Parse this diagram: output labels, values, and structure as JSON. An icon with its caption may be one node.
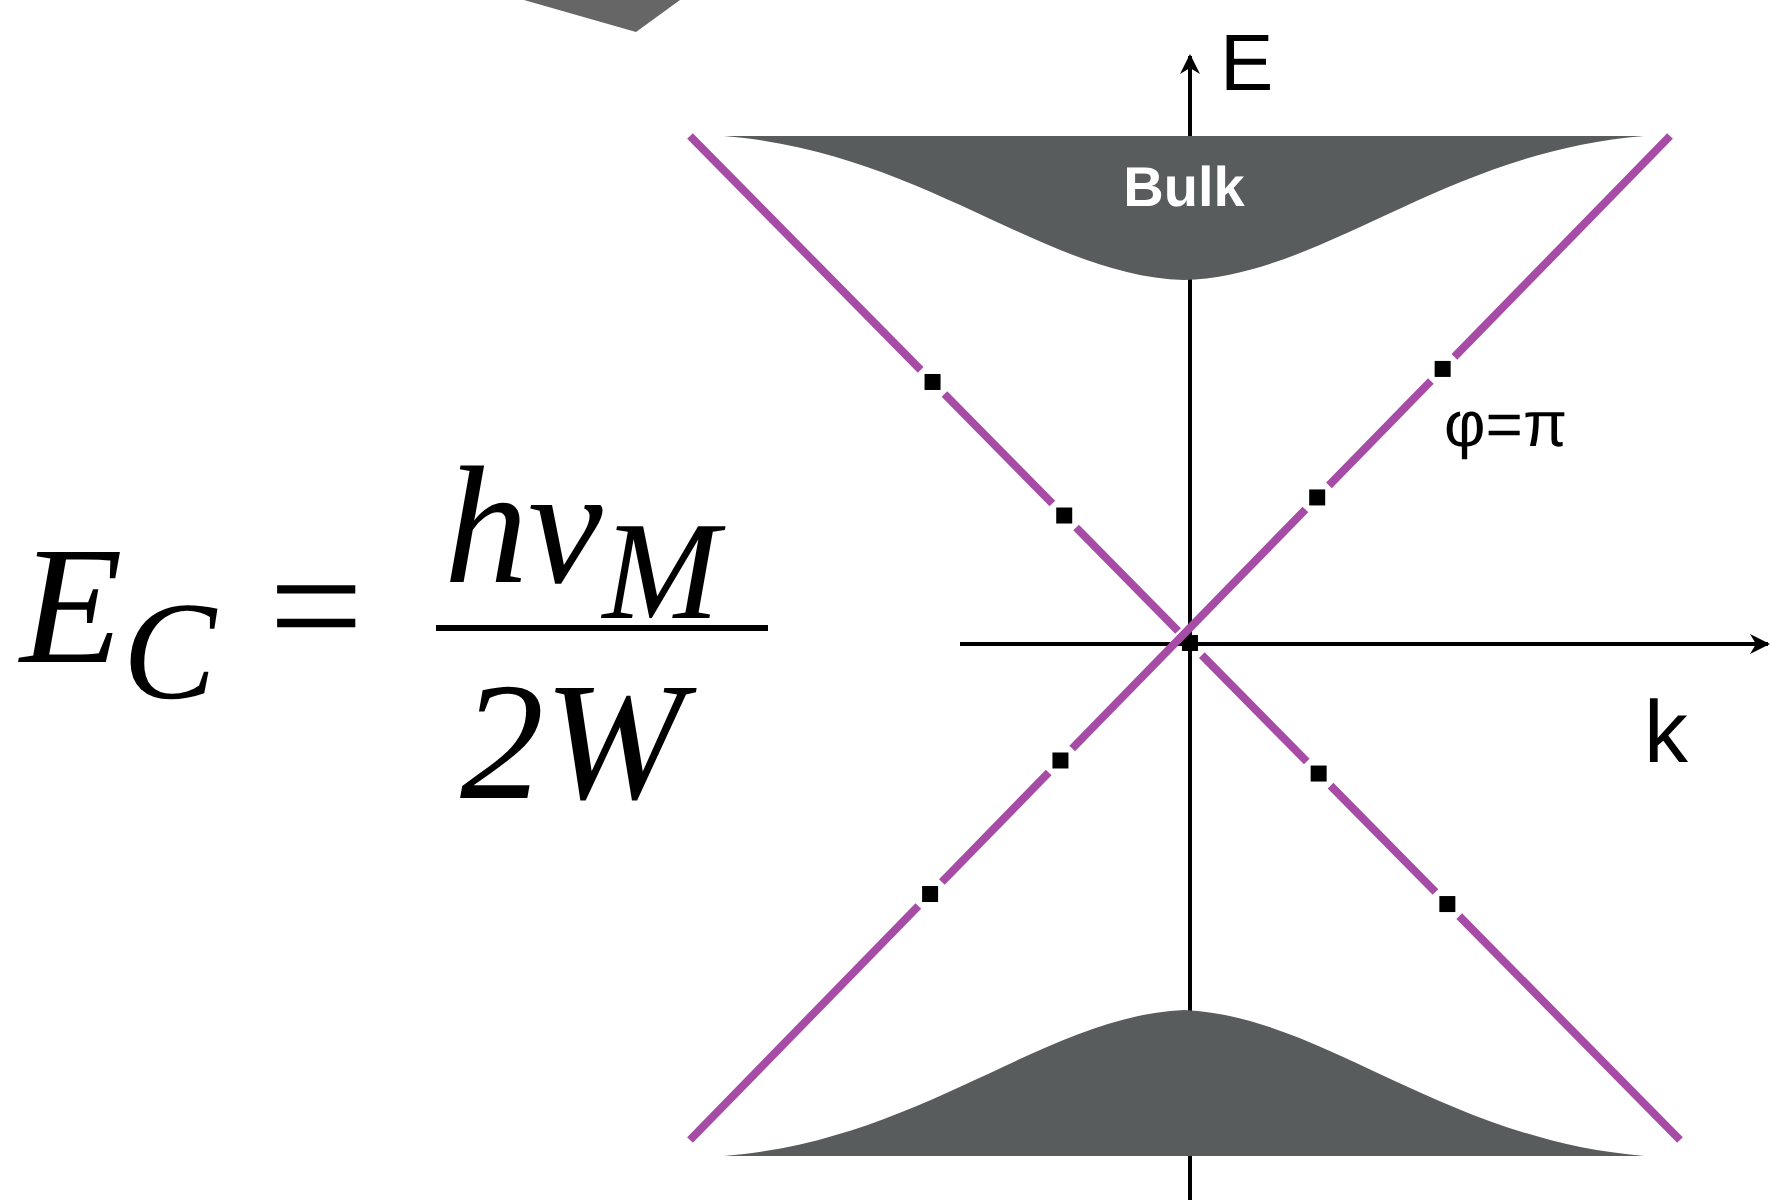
{
  "diagram": {
    "nodes": [
      {
        "text": [
          "Bulk"
        ]
      },
      {
        "text": [],
        "shape": "band"
      }
    ],
    "labels": [
      "E$_{C}$ =",
      "hv$_{M}$",
      "2W",
      "E",
      "k",
      "φ=π"
    ]
  }
}
